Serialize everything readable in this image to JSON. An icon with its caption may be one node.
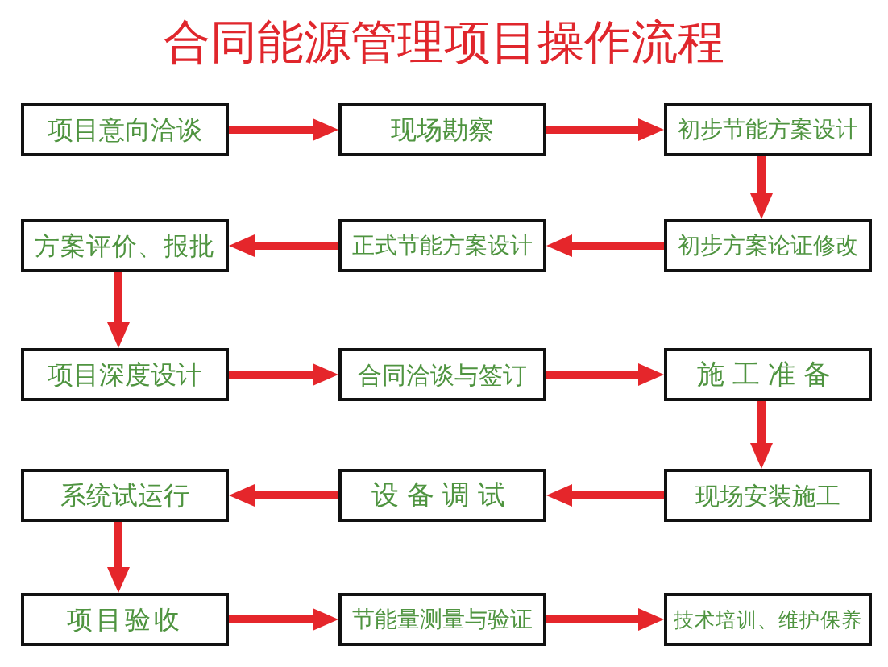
{
  "diagram": {
    "title": "合同能源管理项目操作流程",
    "nodes": [
      {
        "text": [
          "项目意向洽谈"
        ]
      },
      {
        "text": [
          "现场勘察"
        ]
      },
      {
        "text": [
          "初步节能方案设计"
        ]
      },
      {
        "text": [
          "方案评价、报批"
        ]
      },
      {
        "text": [
          "正式节能方案设计"
        ]
      },
      {
        "text": [
          "初步方案论证修改"
        ]
      },
      {
        "text": [
          "项目深度设计"
        ]
      },
      {
        "text": [
          "合同洽谈与签订"
        ]
      },
      {
        "text": [
          "施工准备"
        ]
      },
      {
        "text": [
          "系统试运行"
        ]
      },
      {
        "text": [
          "设备调试"
        ]
      },
      {
        "text": [
          "现场安装施工"
        ]
      },
      {
        "text": [
          "项目验收"
        ]
      },
      {
        "text": [
          "节能量测量与验证"
        ]
      },
      {
        "text": [
          "技术培训、维护保养"
        ]
      }
    ],
    "edges": [
      {
        "from": 0,
        "to": 1,
        "arrow": "to"
      },
      {
        "from": 1,
        "to": 2,
        "arrow": "to"
      },
      {
        "from": 2,
        "to": 5,
        "arrow": "to"
      },
      {
        "from": 5,
        "to": 4,
        "arrow": "to"
      },
      {
        "from": 4,
        "to": 3,
        "arrow": "to"
      },
      {
        "from": 3,
        "to": 6,
        "arrow": "to"
      },
      {
        "from": 6,
        "to": 7,
        "arrow": "to"
      },
      {
        "from": 7,
        "to": 8,
        "arrow": "to"
      },
      {
        "from": 8,
        "to": 11,
        "arrow": "to"
      },
      {
        "from": 11,
        "to": 10,
        "arrow": "to"
      },
      {
        "from": 10,
        "to": 9,
        "arrow": "to"
      },
      {
        "from": 9,
        "to": 12,
        "arrow": "to"
      },
      {
        "from": 12,
        "to": 13,
        "arrow": "to"
      },
      {
        "from": 13,
        "to": 14,
        "arrow": "to"
      }
    ]
  }
}
